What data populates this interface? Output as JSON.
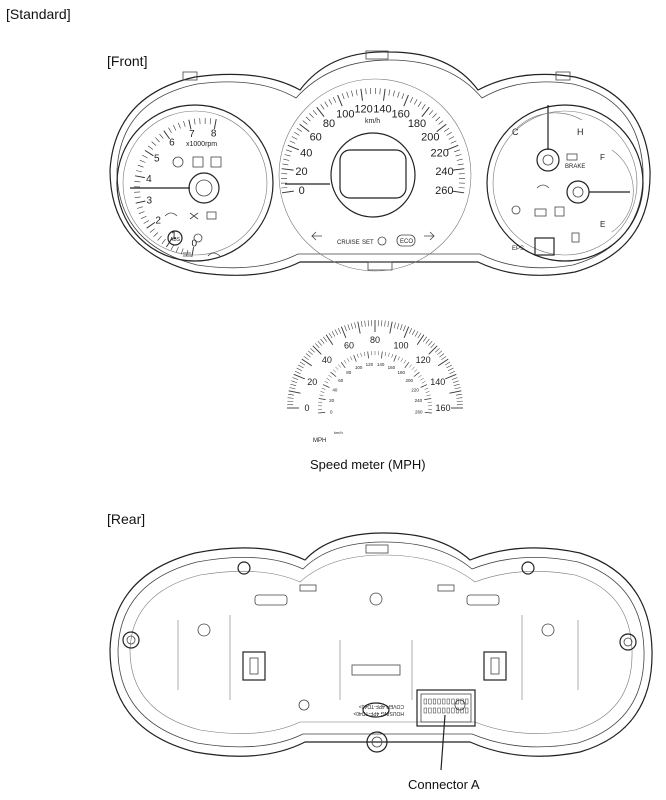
{
  "labels": {
    "standard": "[Standard]",
    "front": "[Front]",
    "speedometer_mph": "Speed meter (MPH)",
    "rear": "[Rear]",
    "connector": "Connector A"
  },
  "tachometer": {
    "numbers": [
      "0",
      "1",
      "2",
      "3",
      "4",
      "5",
      "6",
      "7",
      "8"
    ],
    "unit": "x1000rpm"
  },
  "speedometer_kmh": {
    "numbers": [
      "0",
      "20",
      "40",
      "60",
      "80",
      "100",
      "120",
      "140",
      "160",
      "180",
      "200",
      "220",
      "240",
      "260"
    ],
    "unit": "km/h",
    "bottom_labels": [
      "CRUISE",
      "SET",
      "ECO"
    ]
  },
  "right_gauges": {
    "temp_cold": "C",
    "temp_hot": "H",
    "fuel_full": "F",
    "fuel_empty": "E",
    "eps": "EPS",
    "brake": "BRAKE"
  },
  "speedometer_mph_dial": {
    "outer_numbers": [
      "0",
      "20",
      "40",
      "60",
      "80",
      "100",
      "120",
      "140",
      "160"
    ],
    "inner_numbers": [
      "0",
      "20",
      "40",
      "60",
      "80",
      "100",
      "120",
      "140",
      "160",
      "180",
      "200",
      "220",
      "240",
      "260"
    ],
    "outer_unit": "MPH",
    "inner_unit": "km/h"
  },
  "rear_housing_text": [
    "HOUSING 4PF-TD40>",
    "COVER 4PF-TD40>"
  ]
}
